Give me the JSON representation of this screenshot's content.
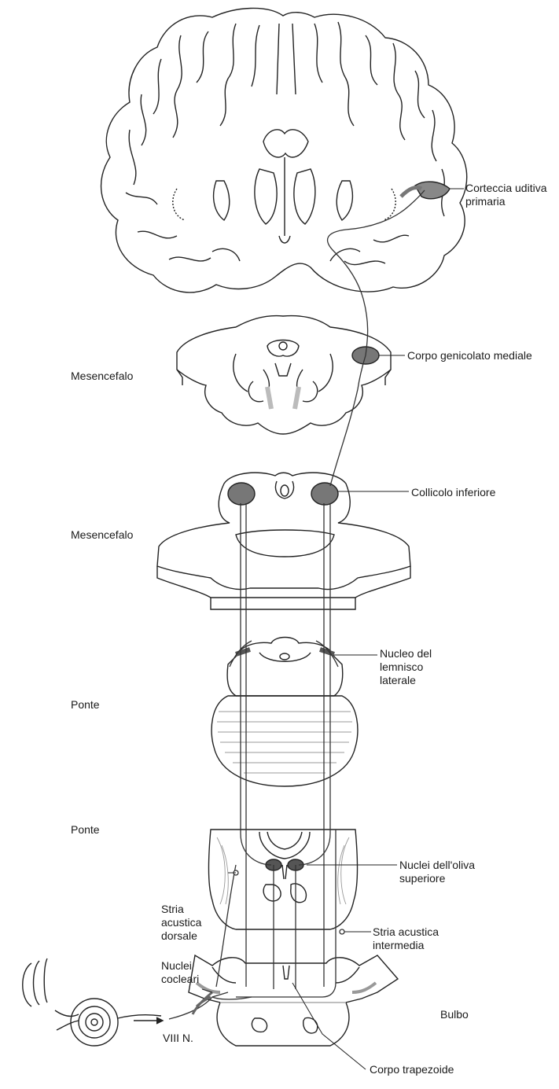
{
  "levels": {
    "mesencefalo_top": "Mesencefalo",
    "mesencefalo_mid": "Mesencefalo",
    "ponte_upper": "Ponte",
    "ponte_lower": "Ponte",
    "bulbo": "Bulbo"
  },
  "labels": {
    "auditory_cortex": [
      "Corteccia uditiva",
      "primaria"
    ],
    "medial_geniculate": "Corpo genicolato mediale",
    "inferior_colliculus": "Collicolo inferiore",
    "lateral_lemniscus": [
      "Nucleo del",
      "lemnisco",
      "laterale"
    ],
    "superior_olive": [
      "Nuclei dell'oliva",
      "superiore"
    ],
    "dorsal_stria": [
      "Stria",
      "acustica",
      "dorsale"
    ],
    "intermediate_stria": [
      "Stria acustica",
      "intermedia"
    ],
    "cochlear_nuclei": [
      "Nuclei",
      "cocleari"
    ],
    "nerve": "VIII N.",
    "trapezoid_body": "Corpo trapezoide"
  }
}
